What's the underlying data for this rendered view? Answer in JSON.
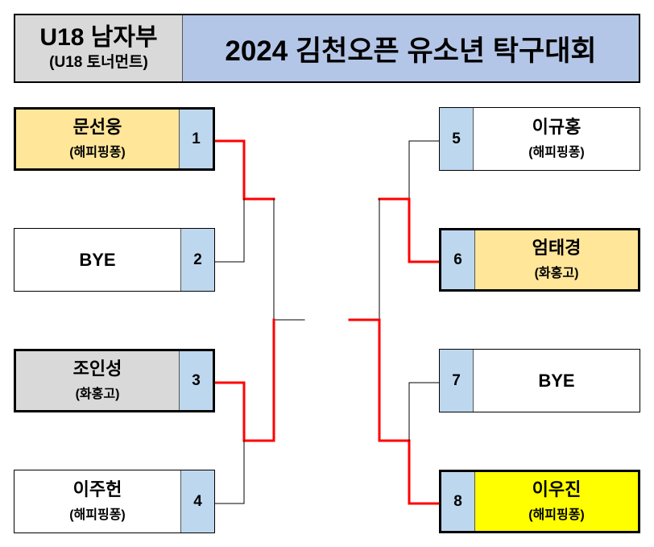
{
  "header": {
    "division": "U18 남자부",
    "format": "(U18 토너먼트)",
    "title": "2024 김천오픈 유소년 탁구대회"
  },
  "colors": {
    "advance": "#ff0000",
    "highlight_club": "#ffe699",
    "highlight_gray": "#d9d9d9",
    "highlight_champion": "#ffff00",
    "seed": "#bdd7ee"
  },
  "slots": [
    {
      "num": "1",
      "name": "문선웅",
      "club": "(해피핑퐁)"
    },
    {
      "num": "2",
      "name": "BYE",
      "club": ""
    },
    {
      "num": "3",
      "name": "조인성",
      "club": "(화홍고)"
    },
    {
      "num": "4",
      "name": "이주헌",
      "club": "(해피핑퐁)"
    },
    {
      "num": "5",
      "name": "이규홍",
      "club": "(해피핑퐁)"
    },
    {
      "num": "6",
      "name": "엄태경",
      "club": "(화홍고)"
    },
    {
      "num": "7",
      "name": "BYE",
      "club": ""
    },
    {
      "num": "8",
      "name": "이우진",
      "club": "(해피핑퐁)"
    }
  ]
}
